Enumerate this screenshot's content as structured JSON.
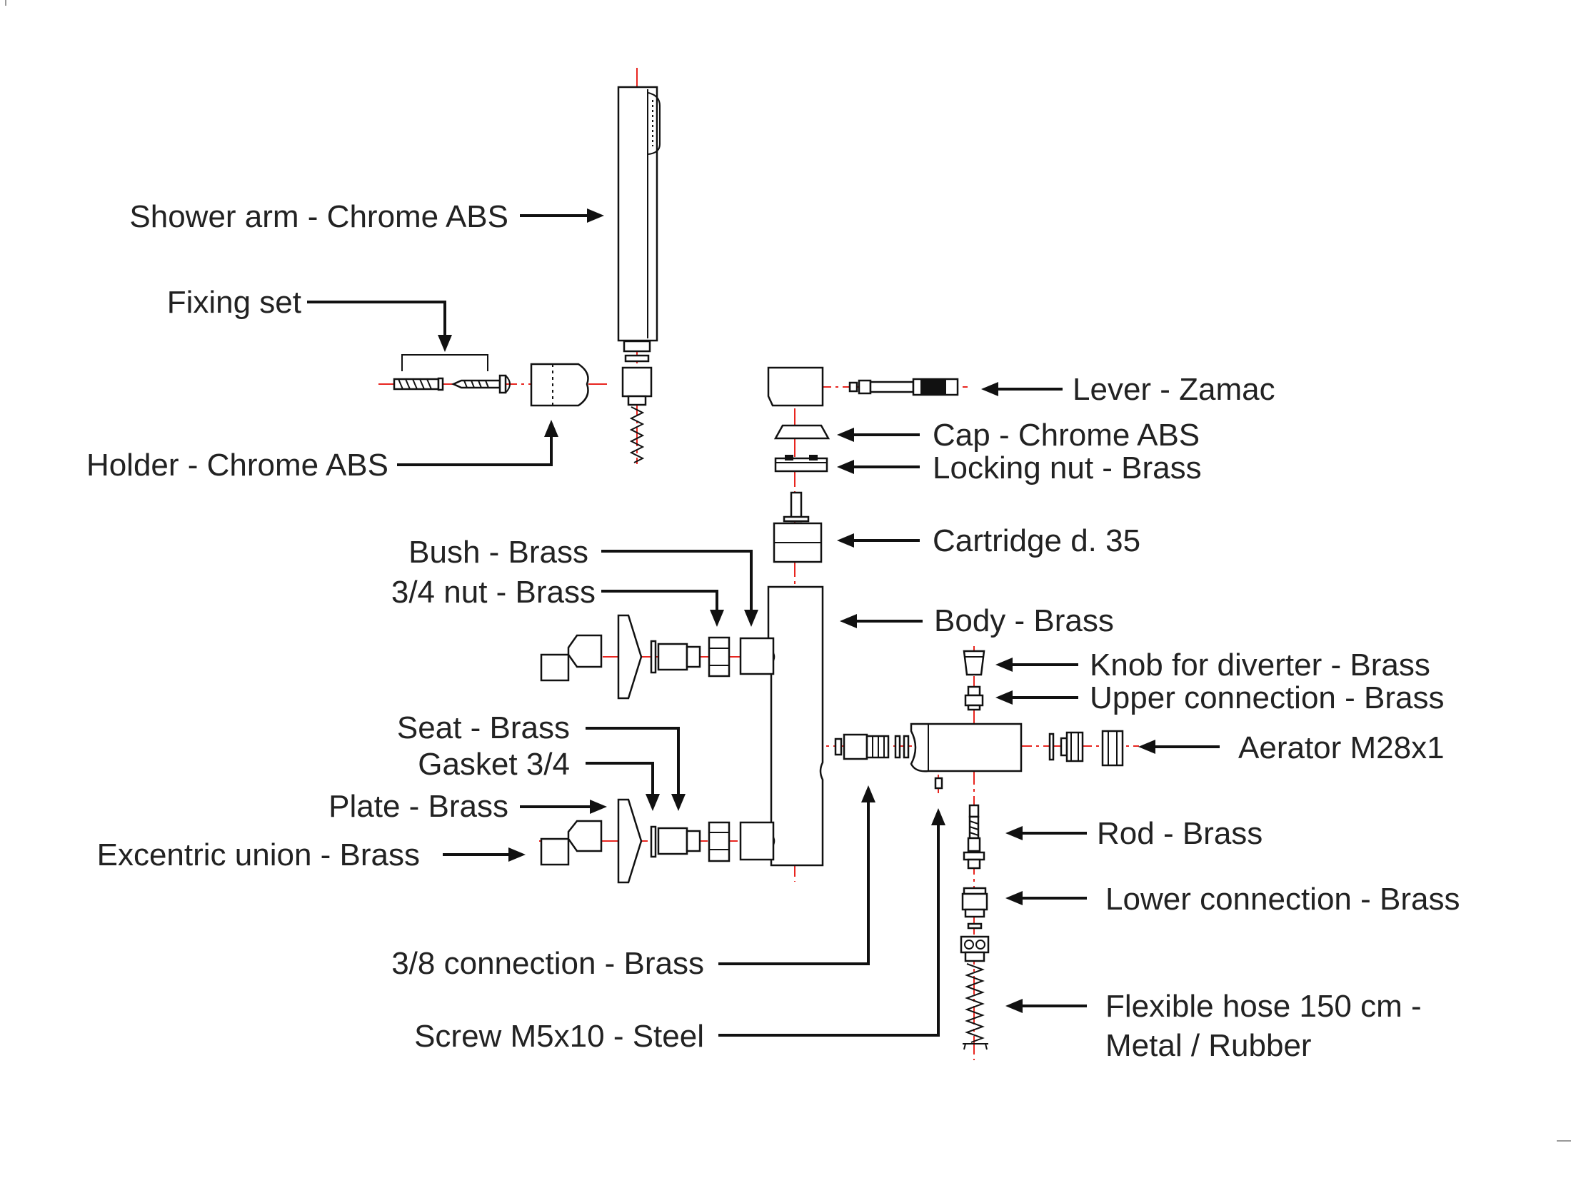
{
  "colors": {
    "axis": "#e8251f",
    "ink": "#111111",
    "text": "#222222",
    "background": "#ffffff"
  },
  "labels": {
    "shower_arm": "Shower arm - Chrome ABS",
    "fixing_set": "Fixing set",
    "holder": "Holder - Chrome ABS",
    "lever": "Lever - Zamac",
    "cap": "Cap - Chrome ABS",
    "locking_nut": "Locking nut - Brass",
    "cartridge": "Cartridge d. 35",
    "bush": "Bush - Brass",
    "nut_34": "3/4 nut - Brass",
    "body": "Body - Brass",
    "knob_diverter": "Knob for diverter - Brass",
    "upper_connection": "Upper connection - Brass",
    "aerator": "Aerator M28x1",
    "seat": "Seat - Brass",
    "gasket": "Gasket 3/4",
    "plate": "Plate - Brass",
    "excentric_union": "Excentric union - Brass",
    "rod": "Rod - Brass",
    "lower_connection": "Lower connection - Brass",
    "flexible_hose_line1": "Flexible hose 150 cm -",
    "flexible_hose_line2": "Metal / Rubber",
    "connection_38": "3/8 connection - Brass",
    "screw": "Screw M5x10 - Steel"
  }
}
